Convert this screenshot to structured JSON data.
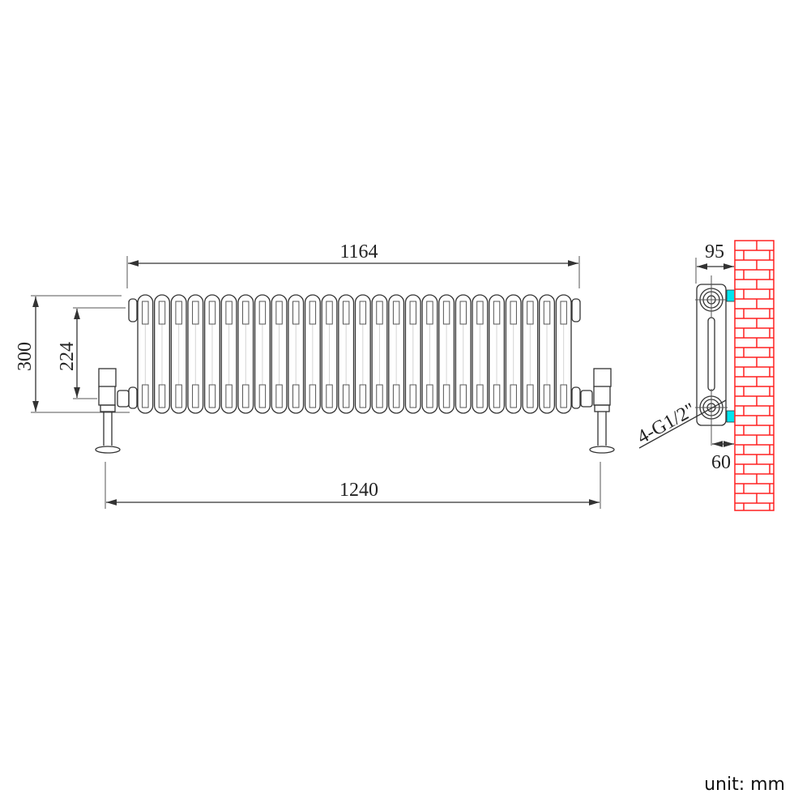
{
  "dimensions": {
    "overall_width_body": "1164",
    "overall_width_with_valves": "1240",
    "height": "300",
    "pipe_centres": "224",
    "depth": "95",
    "wall_to_centre": "60",
    "connections": "4-G1/2\""
  },
  "sections": 26,
  "unit_label": "unit: mm",
  "colors": {
    "wall": "#ff2020",
    "bracket": "#00e5ef",
    "line": "#333333"
  }
}
